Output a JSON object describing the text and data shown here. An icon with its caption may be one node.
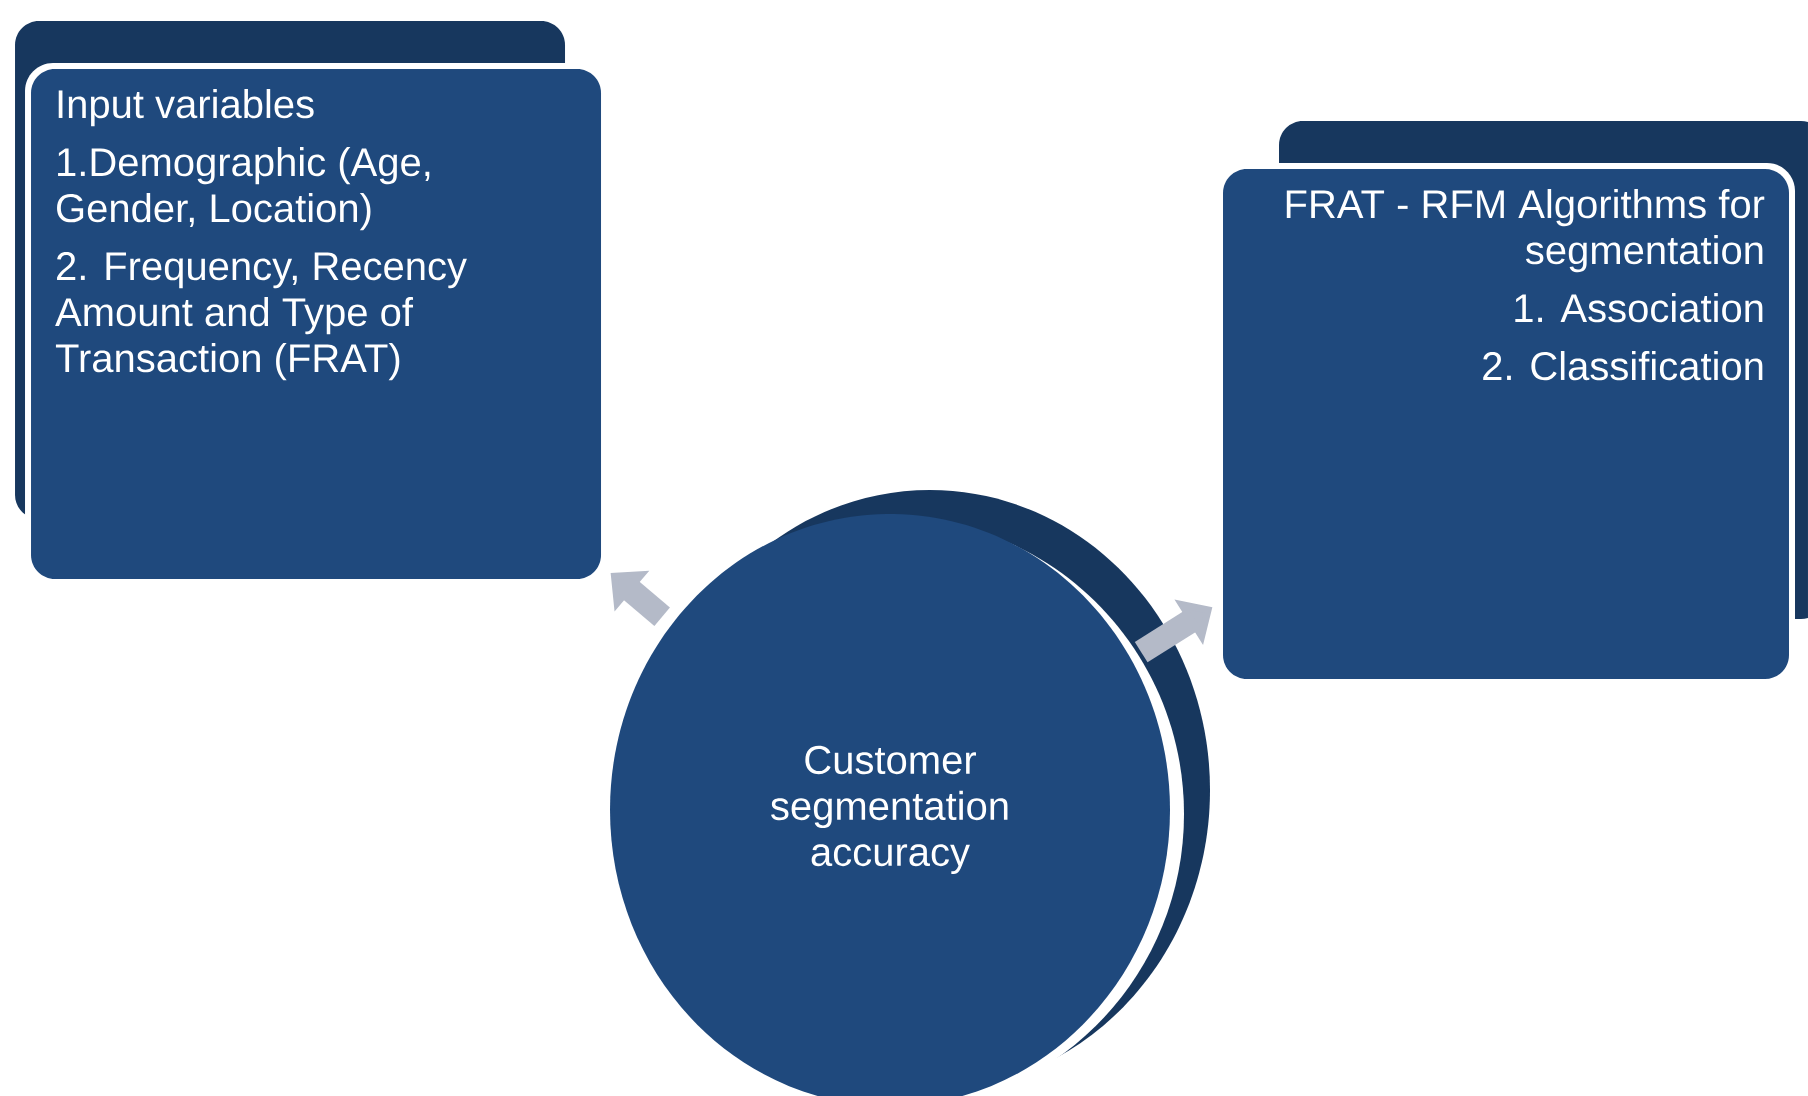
{
  "diagram": {
    "nodes": [
      {
        "text": [
          "Input variables",
          "1.Demographic (Age, Gender, Location)",
          "2. Frequency, Recency Amount and Type of Transaction (FRAT)"
        ]
      },
      {
        "text": [
          "FRAT - RFM Algorithms for segmentation",
          "1. Association",
          "2. Classification"
        ]
      },
      {
        "text": [
          "Customer segmentation accuracy"
        ]
      }
    ],
    "edges": [
      {
        "from": 2,
        "to": 0,
        "arrow": "to",
        "color": "#b4bac8"
      },
      {
        "from": 2,
        "to": 1,
        "arrow": "to",
        "color": "#b4bac8"
      }
    ]
  }
}
